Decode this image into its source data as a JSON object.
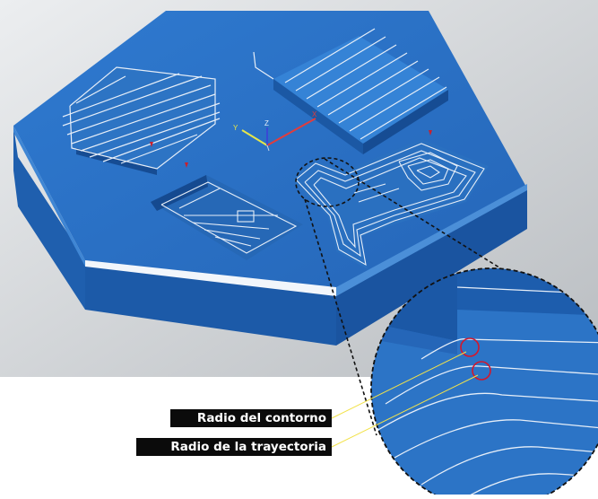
{
  "scene": {
    "background_top": "#e4e6e8",
    "background_bottom": "#bfc3c6",
    "part_top_color": "#2a73c6",
    "part_side_color": "#1a56a3",
    "chamfer_color": "#4a92de",
    "toolpath_color": "#e6eef8",
    "highlight_circle_color": "#d4172b",
    "callout_line_color": "#f2e24a"
  },
  "axis_triad": {
    "x_label": "X",
    "y_label": "Y",
    "z_label": "Z",
    "x_color": "#e23c3c",
    "y_color": "#e6e64a",
    "z_color": "#3c3cd9"
  },
  "callouts": {
    "contour_radius": "Radio del contorno",
    "path_radius": "Radio de la trayectoria"
  }
}
